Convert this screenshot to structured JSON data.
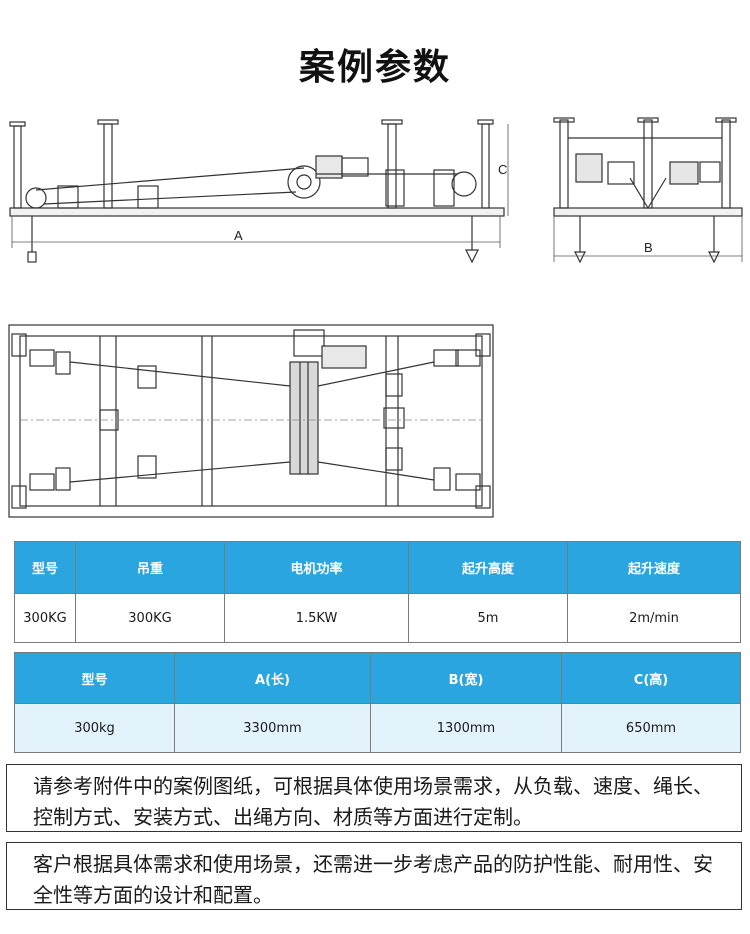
{
  "page": {
    "title": "案例参数"
  },
  "drawing": {
    "dimension_labels": {
      "a": "A",
      "b": "B",
      "c": "C"
    }
  },
  "spec_table_1": {
    "headers": [
      "型号",
      "吊重",
      "电机功率",
      "起升高度",
      "起升速度"
    ],
    "rows": [
      [
        "300KG",
        "300KG",
        "1.5KW",
        "5m",
        "2m/min"
      ]
    ]
  },
  "spec_table_2": {
    "headers": [
      "型号",
      "A(长)",
      "B(宽)",
      "C(高)"
    ],
    "rows": [
      [
        "300kg",
        "3300mm",
        "1300mm",
        "650mm"
      ]
    ]
  },
  "notes": {
    "customization": "请参考附件中的案例图纸，可根据具体使用场景需求，从负载、速度、绳长、控制方式、安装方式、出绳方向、材质等方面进行定制。",
    "consideration": "客户根据具体需求和使用场景，还需进一步考虑产品的防护性能、耐用性、安全性等方面的设计和配置。"
  },
  "colors": {
    "header_blue": "#2aa5e0",
    "row_light_blue": "#e3f3fc",
    "line_gray": "#333333"
  }
}
